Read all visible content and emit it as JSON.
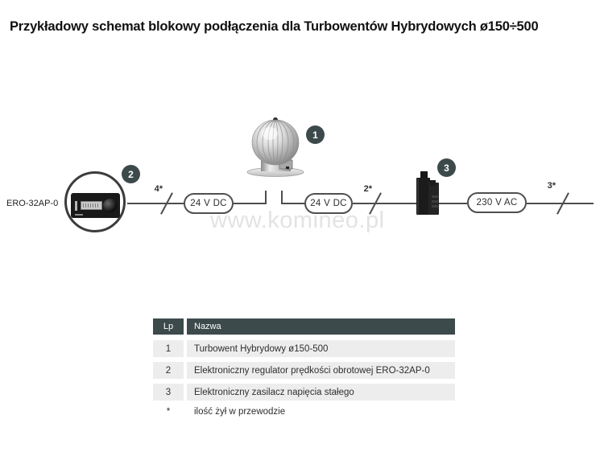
{
  "title": "Przykładowy schemat blokowy podłączenia dla Turbowentów Hybrydowych ø150÷500",
  "watermark": "www.komineo.pl",
  "diagram": {
    "device_label": "ERO-32AP-0",
    "badges": {
      "turbine": "1",
      "regulator": "2",
      "power_supply": "3"
    },
    "wire_labels": {
      "regulator_to_dc": "4*",
      "dc_to_psu": "2*",
      "psu_to_mains": "3*"
    },
    "boxes": {
      "dc_left": "24 V DC",
      "dc_right": "24 V DC",
      "mains": "230 V AC"
    }
  },
  "table": {
    "headers": {
      "lp": "Lp",
      "nazwa": "Nazwa"
    },
    "rows": [
      {
        "lp": "1",
        "nazwa": "Turbowent Hybrydowy ø150-500"
      },
      {
        "lp": "2",
        "nazwa": "Elektroniczny regulator prędkości obrotowej ERO-32AP-0"
      },
      {
        "lp": "3",
        "nazwa": "Elektroniczny zasilacz napięcia stałego"
      }
    ],
    "footnote": {
      "lp": "*",
      "nazwa": "ilość żył w przewodzie"
    }
  },
  "colors": {
    "accent_dark": "#3d4a4c",
    "row_background": "#ededed",
    "wire": "#4d4d4d",
    "watermark": "#e3e3e3"
  }
}
